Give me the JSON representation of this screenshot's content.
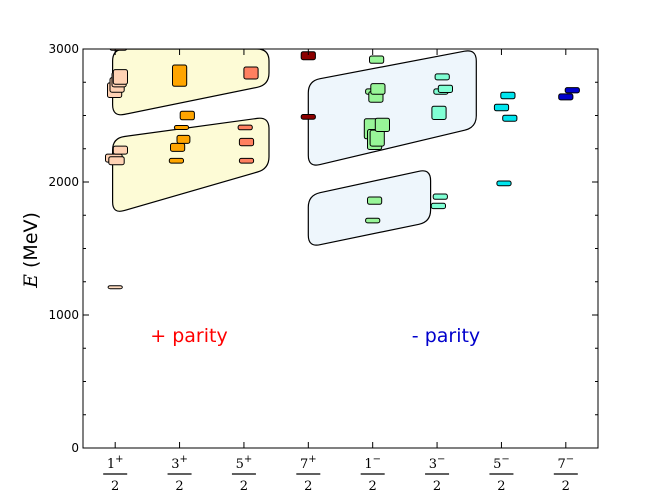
{
  "chart_data": {
    "type": "spectrum",
    "ylabel_symbol": "E",
    "ylabel_unit": "(MeV)",
    "ylim": [
      0,
      3000
    ],
    "yticks": [
      "0",
      "1000",
      "2000",
      "3000"
    ],
    "categories": [
      {
        "num": "1",
        "sup": "+",
        "den": "2"
      },
      {
        "num": "3",
        "sup": "+",
        "den": "2"
      },
      {
        "num": "5",
        "sup": "+",
        "den": "2"
      },
      {
        "num": "7",
        "sup": "+",
        "den": "2"
      },
      {
        "num": "1",
        "sup": "−",
        "den": "2"
      },
      {
        "num": "3",
        "sup": "−",
        "den": "2"
      },
      {
        "num": "5",
        "sup": "−",
        "den": "2"
      },
      {
        "num": "7",
        "sup": "−",
        "den": "2"
      }
    ],
    "annotations": [
      {
        "text": "+ parity",
        "color": "#ff0000"
      },
      {
        "text": "- parity",
        "color": "#0000cc"
      }
    ],
    "bands": [
      {
        "fill": "#fdfbd6",
        "pts": [
          [
            0.96,
            2490
          ],
          [
            3.39,
            2730
          ],
          [
            3.39,
            3000
          ],
          [
            0.96,
            3000
          ]
        ]
      },
      {
        "fill": "#fdfbd6",
        "pts": [
          [
            0.96,
            1760
          ],
          [
            3.39,
            2100
          ],
          [
            3.39,
            2490
          ],
          [
            0.96,
            2330
          ]
        ]
      },
      {
        "fill": "#eef6fc",
        "pts": [
          [
            4.0,
            2110
          ],
          [
            6.61,
            2410
          ],
          [
            6.61,
            3000
          ],
          [
            4.0,
            2760
          ]
        ]
      },
      {
        "fill": "#eef6fc",
        "pts": [
          [
            4.0,
            1510
          ],
          [
            5.9,
            1700
          ],
          [
            5.9,
            2100
          ],
          [
            4.0,
            1900
          ]
        ]
      }
    ],
    "levels": [
      {
        "x": 1.0,
        "E": 1210,
        "w": 0.22,
        "h": 20,
        "color": "#ffdcc0"
      },
      {
        "x": 0.98,
        "E": 2180,
        "w": 0.26,
        "h": 60,
        "color": "#ffd2b4"
      },
      {
        "x": 1.02,
        "E": 2160,
        "w": 0.24,
        "h": 60,
        "color": "#ffd2b4"
      },
      {
        "x": 1.08,
        "E": 2240,
        "w": 0.22,
        "h": 60,
        "color": "#ffd2b4"
      },
      {
        "x": 0.99,
        "E": 2690,
        "w": 0.22,
        "h": 110,
        "color": "#ffd2b4"
      },
      {
        "x": 1.03,
        "E": 2730,
        "w": 0.22,
        "h": 110,
        "color": "#ffd2b4"
      },
      {
        "x": 1.06,
        "E": 2770,
        "w": 0.22,
        "h": 110,
        "color": "#ffd2b4"
      },
      {
        "x": 1.08,
        "E": 2790,
        "w": 0.22,
        "h": 110,
        "color": "#ffd2b4"
      },
      {
        "x": 1.05,
        "E": 3010,
        "w": 0.26,
        "h": 40,
        "color": "#ffd2b4"
      },
      {
        "x": 1.95,
        "E": 2160,
        "w": 0.22,
        "h": 35,
        "color": "#ffa500"
      },
      {
        "x": 1.97,
        "E": 2260,
        "w": 0.22,
        "h": 60,
        "color": "#ffa500"
      },
      {
        "x": 2.06,
        "E": 2320,
        "w": 0.2,
        "h": 60,
        "color": "#ffa500"
      },
      {
        "x": 2.03,
        "E": 2410,
        "w": 0.22,
        "h": 30,
        "color": "#ffa500"
      },
      {
        "x": 2.12,
        "E": 2500,
        "w": 0.22,
        "h": 65,
        "color": "#ffa500"
      },
      {
        "x": 2.0,
        "E": 2800,
        "w": 0.22,
        "h": 160,
        "color": "#ffa500"
      },
      {
        "x": 3.04,
        "E": 2160,
        "w": 0.22,
        "h": 35,
        "color": "#ff8060"
      },
      {
        "x": 3.04,
        "E": 2300,
        "w": 0.22,
        "h": 55,
        "color": "#ff8060"
      },
      {
        "x": 3.02,
        "E": 2410,
        "w": 0.22,
        "h": 35,
        "color": "#ff8060"
      },
      {
        "x": 3.11,
        "E": 2820,
        "w": 0.22,
        "h": 90,
        "color": "#ff8060"
      },
      {
        "x": 4.0,
        "E": 2490,
        "w": 0.22,
        "h": 35,
        "color": "#8b0000"
      },
      {
        "x": 4.0,
        "E": 2950,
        "w": 0.22,
        "h": 60,
        "color": "#8b0000"
      },
      {
        "x": 5.0,
        "E": 1710,
        "w": 0.22,
        "h": 35,
        "color": "#98f598"
      },
      {
        "x": 5.03,
        "E": 1860,
        "w": 0.22,
        "h": 55,
        "color": "#98f598"
      },
      {
        "x": 4.98,
        "E": 2400,
        "w": 0.22,
        "h": 150,
        "color": "#98f598"
      },
      {
        "x": 5.03,
        "E": 2320,
        "w": 0.22,
        "h": 150,
        "color": "#98f598"
      },
      {
        "x": 5.07,
        "E": 2330,
        "w": 0.22,
        "h": 120,
        "color": "#98f598"
      },
      {
        "x": 5.15,
        "E": 2430,
        "w": 0.22,
        "h": 100,
        "color": "#98f598"
      },
      {
        "x": 5.0,
        "E": 2680,
        "w": 0.22,
        "h": 40,
        "color": "#98f598"
      },
      {
        "x": 5.05,
        "E": 2640,
        "w": 0.22,
        "h": 80,
        "color": "#98f598"
      },
      {
        "x": 5.08,
        "E": 2700,
        "w": 0.22,
        "h": 80,
        "color": "#98f598"
      },
      {
        "x": 5.06,
        "E": 2920,
        "w": 0.22,
        "h": 55,
        "color": "#98f598"
      },
      {
        "x": 6.02,
        "E": 1820,
        "w": 0.22,
        "h": 40,
        "color": "#80ffd4"
      },
      {
        "x": 6.05,
        "E": 1890,
        "w": 0.22,
        "h": 40,
        "color": "#80ffd4"
      },
      {
        "x": 6.03,
        "E": 2520,
        "w": 0.22,
        "h": 100,
        "color": "#80ffd4"
      },
      {
        "x": 6.06,
        "E": 2680,
        "w": 0.22,
        "h": 40,
        "color": "#80ffd4"
      },
      {
        "x": 6.13,
        "E": 2700,
        "w": 0.22,
        "h": 55,
        "color": "#80ffd4"
      },
      {
        "x": 6.08,
        "E": 2790,
        "w": 0.22,
        "h": 45,
        "color": "#80ffd4"
      },
      {
        "x": 7.04,
        "E": 1990,
        "w": 0.22,
        "h": 35,
        "color": "#00e5ee"
      },
      {
        "x": 7.0,
        "E": 2560,
        "w": 0.22,
        "h": 50,
        "color": "#00e5ee"
      },
      {
        "x": 7.13,
        "E": 2480,
        "w": 0.22,
        "h": 45,
        "color": "#00e5ee"
      },
      {
        "x": 7.1,
        "E": 2650,
        "w": 0.22,
        "h": 50,
        "color": "#00e5ee"
      },
      {
        "x": 8.0,
        "E": 2640,
        "w": 0.22,
        "h": 45,
        "color": "#0000cd"
      },
      {
        "x": 8.1,
        "E": 2690,
        "w": 0.22,
        "h": 40,
        "color": "#0000cd"
      }
    ]
  }
}
